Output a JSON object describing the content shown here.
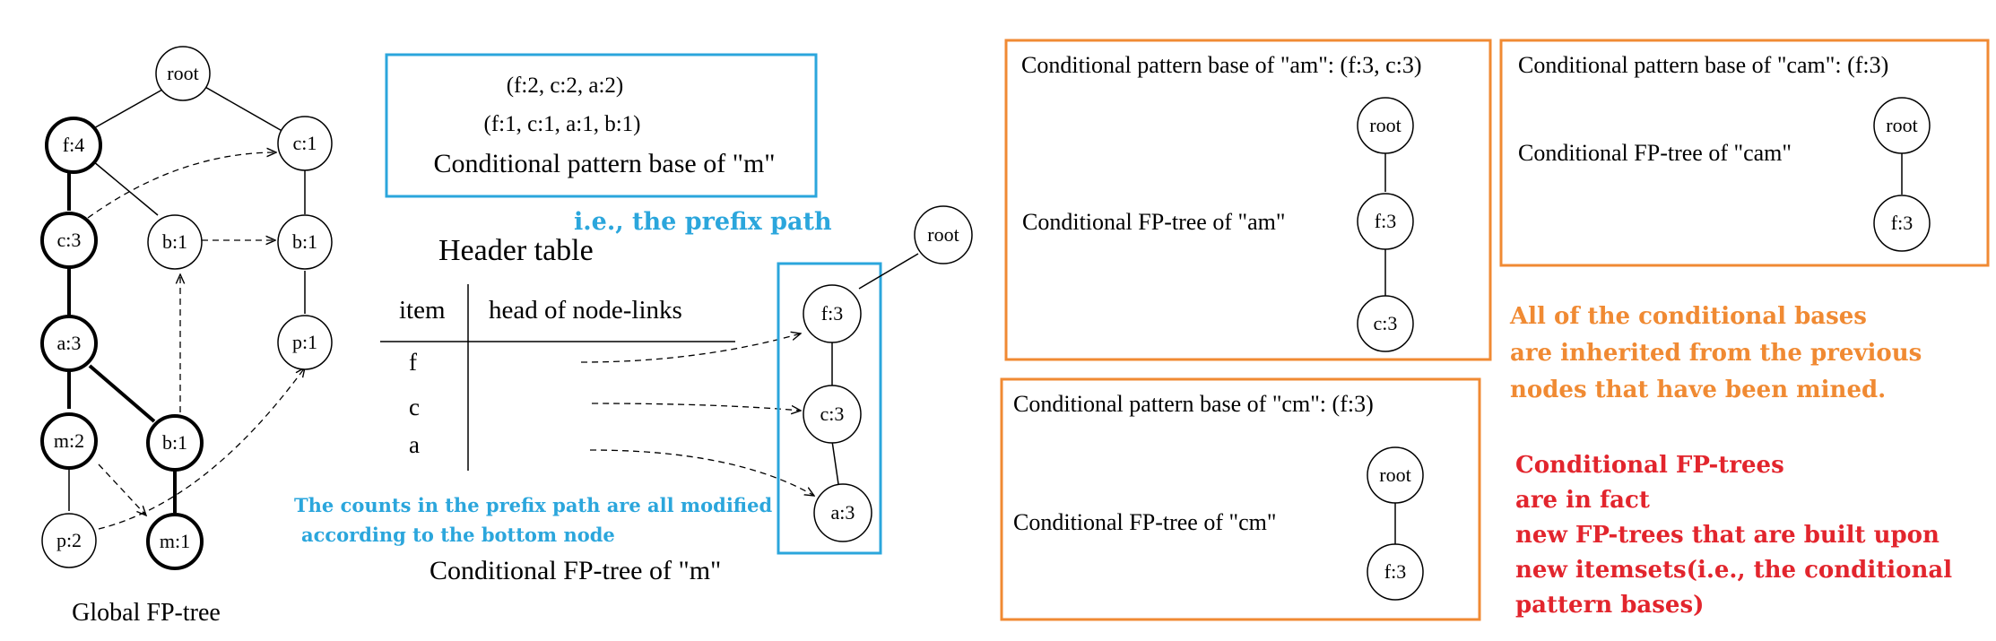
{
  "colors": {
    "cyan": "#2ba6dc",
    "orange": "#f08a33",
    "red": "#e2252d",
    "ink": "#000000"
  },
  "global_tree": {
    "caption": "Global FP-tree",
    "nodes": {
      "root": "root",
      "f4": "f:4",
      "c3": "c:3",
      "a3": "a:3",
      "m2": "m:2",
      "p2": "p:2",
      "b1a": "b:1",
      "b1b": "b:1",
      "m1": "m:1",
      "c1": "c:1",
      "b1c": "b:1",
      "p1": "p:1"
    }
  },
  "m_base": {
    "paths": [
      "(f:2, c:2, a:2)",
      "(f:1, c:1, a:1, b:1)"
    ],
    "title": "Conditional pattern base of \"m\"",
    "note": "i.e., the prefix path"
  },
  "header_table": {
    "title": "Header table",
    "columns": [
      "item",
      "head of node-links"
    ],
    "items": [
      "f",
      "c",
      "a"
    ]
  },
  "counts_note": [
    "The counts in the prefix path are all modified",
    "according to the bottom node"
  ],
  "m_tree": {
    "caption": "Conditional FP-tree of \"m\"",
    "nodes": [
      "root",
      "f:3",
      "c:3",
      "a:3"
    ]
  },
  "am": {
    "base": "Conditional pattern base of \"am\": (f:3, c:3)",
    "tree_label": "Conditional FP-tree of \"am\"",
    "nodes": [
      "root",
      "f:3",
      "c:3"
    ]
  },
  "cam": {
    "base": "Conditional pattern base of \"cam\": (f:3)",
    "tree_label": "Conditional FP-tree of \"cam\"",
    "nodes": [
      "root",
      "f:3"
    ]
  },
  "cm": {
    "base": "Conditional pattern base of \"cm\": (f:3)",
    "tree_label": "Conditional FP-tree of \"cm\"",
    "nodes": [
      "root",
      "f:3"
    ]
  },
  "orange_note": [
    "All of the conditional bases",
    "are inherited from the previous",
    "nodes that have been mined."
  ],
  "red_note": [
    "Conditional FP-trees",
    "are in fact",
    "new FP-trees that are built upon",
    "new itemsets(i.e., the conditional",
    "pattern bases)"
  ]
}
